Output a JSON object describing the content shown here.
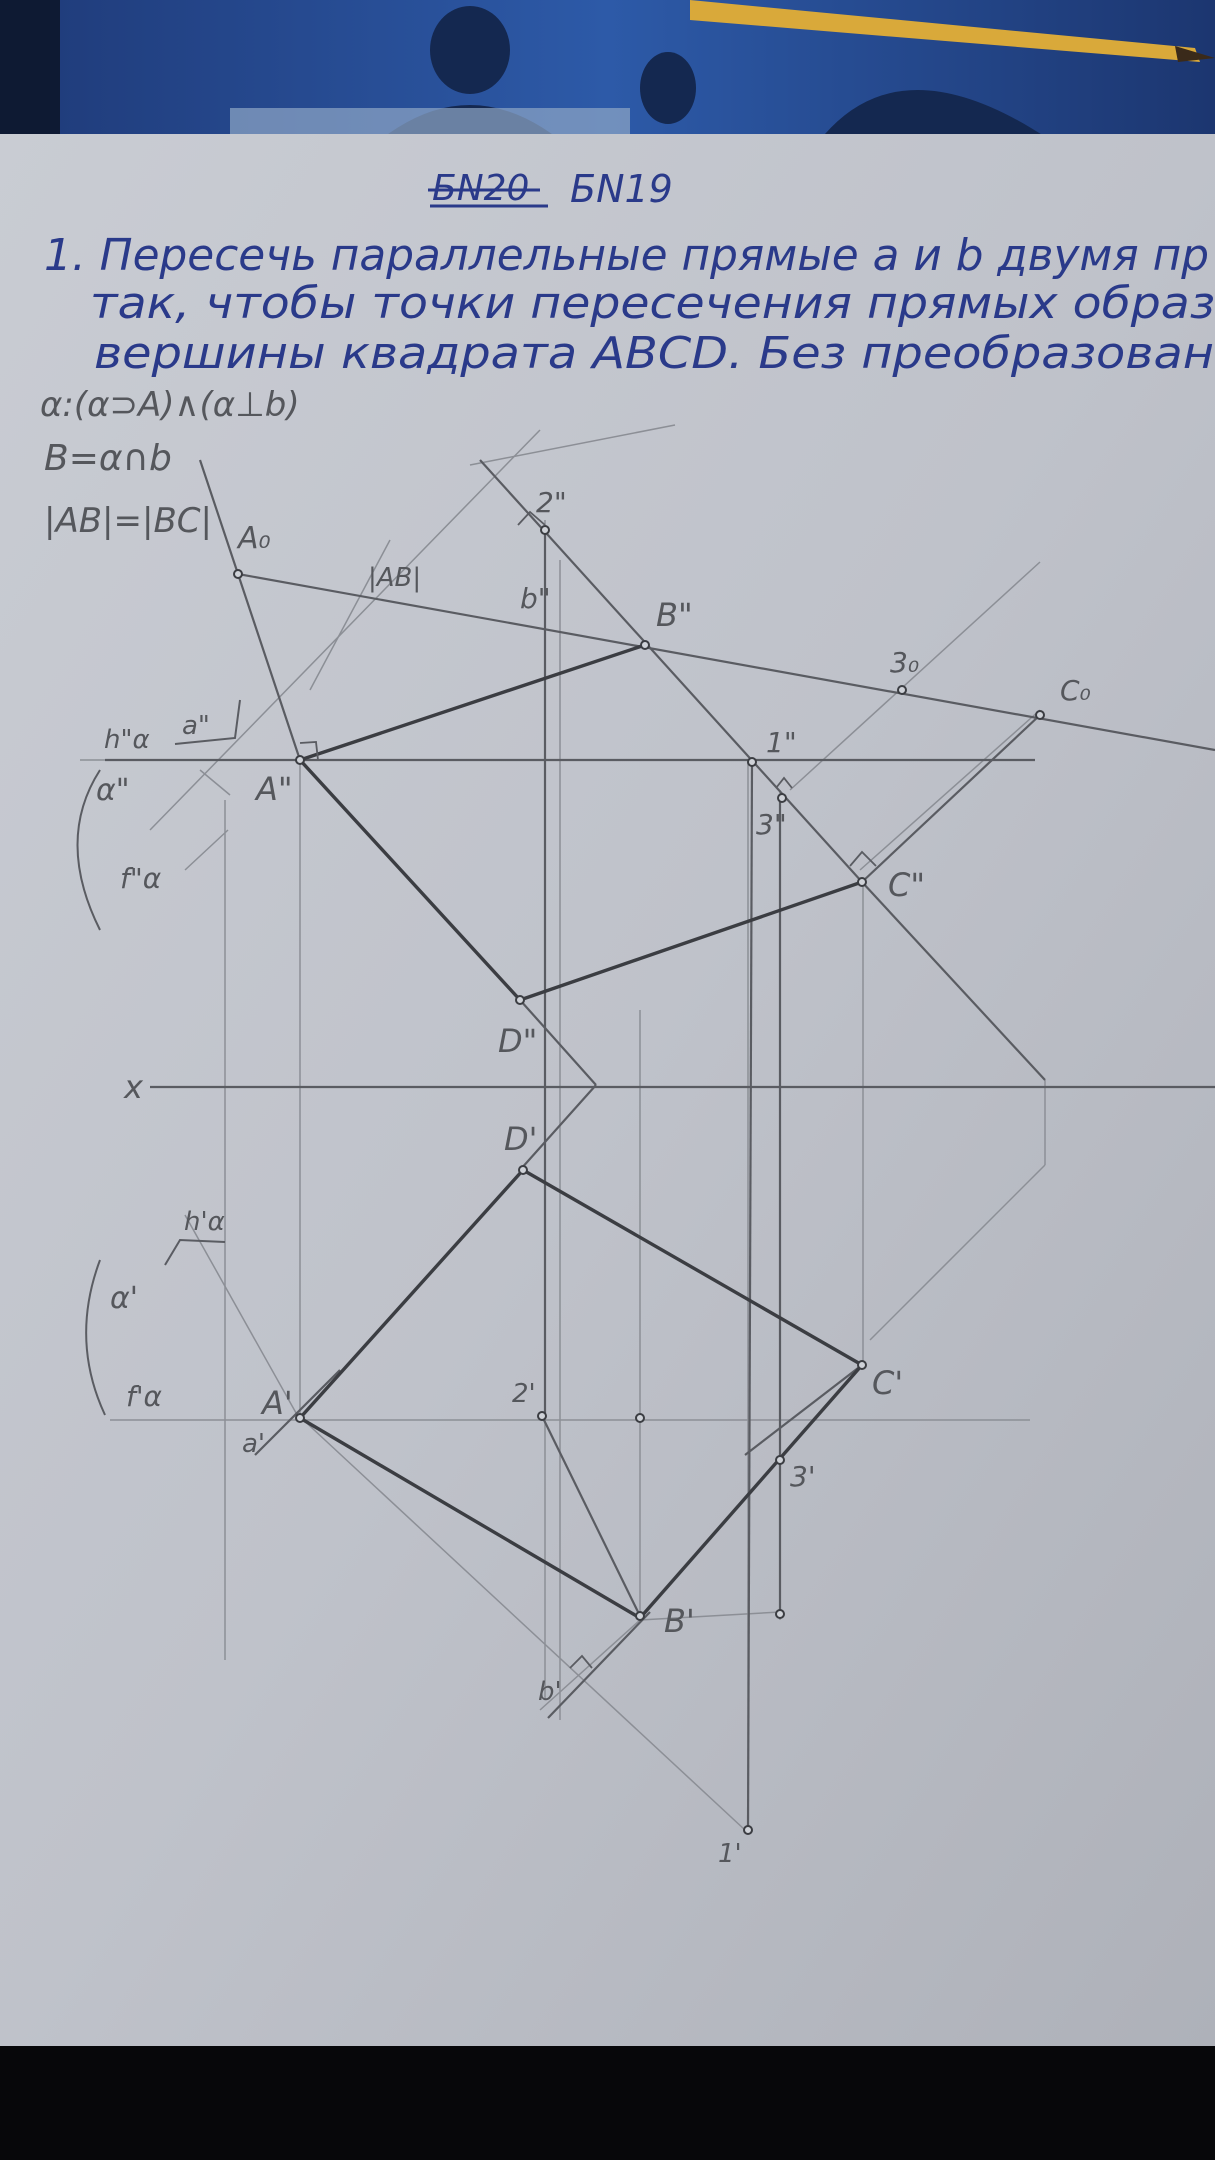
{
  "worksheet": {
    "header_crossed": "БN20",
    "header": "БN19",
    "task_lines": [
      "1. Пересечь параллельные прямые a и b двумя пр",
      "так, чтобы точки пересечения прямых образ",
      "вершины квадрата ABCD. Без преобразован"
    ]
  },
  "notes": [
    "α:(α⊃A)∧(α⊥b)",
    "B=α∩b",
    "|AB|=|BC|"
  ],
  "labels": {
    "A0": "A₀",
    "AB_len": "|AB|",
    "two_pp": "2\"",
    "b_pp": "b\"",
    "B_pp": "B\"",
    "three0": "3₀",
    "C0": "C₀",
    "h_pp": "h\"α",
    "a_pp": "a\"",
    "alpha_pp": "α\"",
    "A_pp": "A\"",
    "one_pp": "1\"",
    "three_pp": "3\"",
    "f_pp": "f\"α",
    "C_pp": "C\"",
    "D_pp": "D\"",
    "x_axis": "x",
    "D_p": "D'",
    "h_p": "h'α",
    "alpha_p": "α'",
    "f_p": "f'α",
    "A_p": "A'",
    "a_p": "a'",
    "two_p": "2'",
    "C_p": "C'",
    "three_p": "3'",
    "B_p": "B'",
    "b_p": "b'",
    "one_p": "1'"
  }
}
